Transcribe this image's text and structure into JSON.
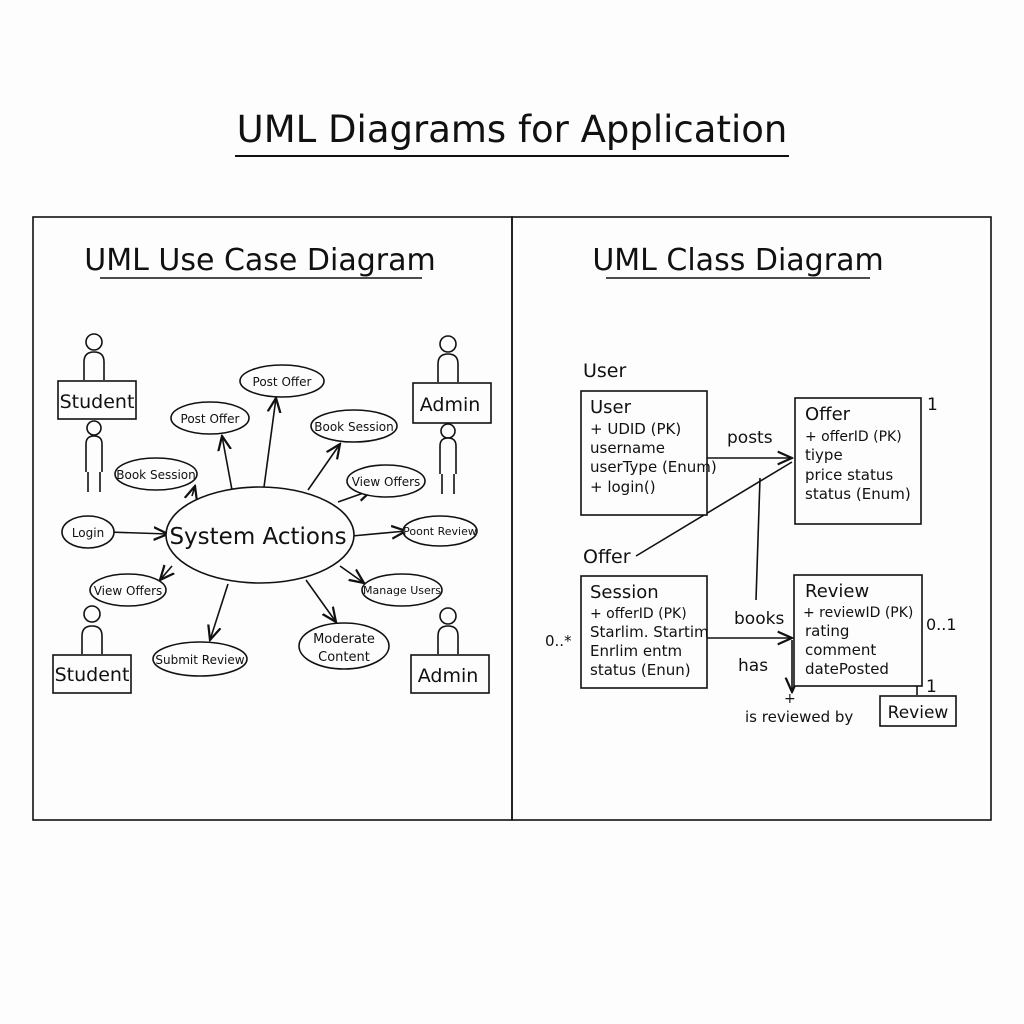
{
  "title": "UML Diagrams for Application",
  "use_case": {
    "heading": "UML Use Case Diagram",
    "center": "System Actions",
    "actors": [
      "Student",
      "Admin",
      "Student",
      "Admin"
    ],
    "cases": [
      "Post Offer",
      "Post Offer",
      "Book Session",
      "Book Session",
      "View Offers",
      "Login",
      "Poont Review",
      "View Offers",
      "Manage Users",
      "Submit Review",
      "Moderate",
      "Content"
    ]
  },
  "class_diagram": {
    "heading": "UML Class Diagram",
    "label_user": "User",
    "label_offer": "Offer",
    "classes": {
      "user": {
        "name": "User",
        "attrs": [
          "+ UDID (PK)",
          "username",
          "userType (Enum)",
          "+ login()"
        ]
      },
      "offer": {
        "name": "Offer",
        "attrs": [
          "+ offerID (PK)",
          "tiype",
          "price  status",
          "status (Enum)"
        ]
      },
      "session": {
        "name": "Session",
        "attrs": [
          "+ offerID (PK)",
          "Starlim. Startim",
          "Enrlim    entm",
          "status (Enun)"
        ]
      },
      "review": {
        "name": "Review",
        "attrs": [
          "+ reviewID (PK)",
          "rating",
          "comment",
          "datePosted"
        ]
      },
      "review_small": {
        "name": "Review"
      }
    },
    "relations": [
      "posts",
      "books",
      "has",
      "is reviewed by"
    ],
    "multiplicities": [
      "1",
      "0..1",
      "1",
      "0..*",
      "+"
    ]
  }
}
